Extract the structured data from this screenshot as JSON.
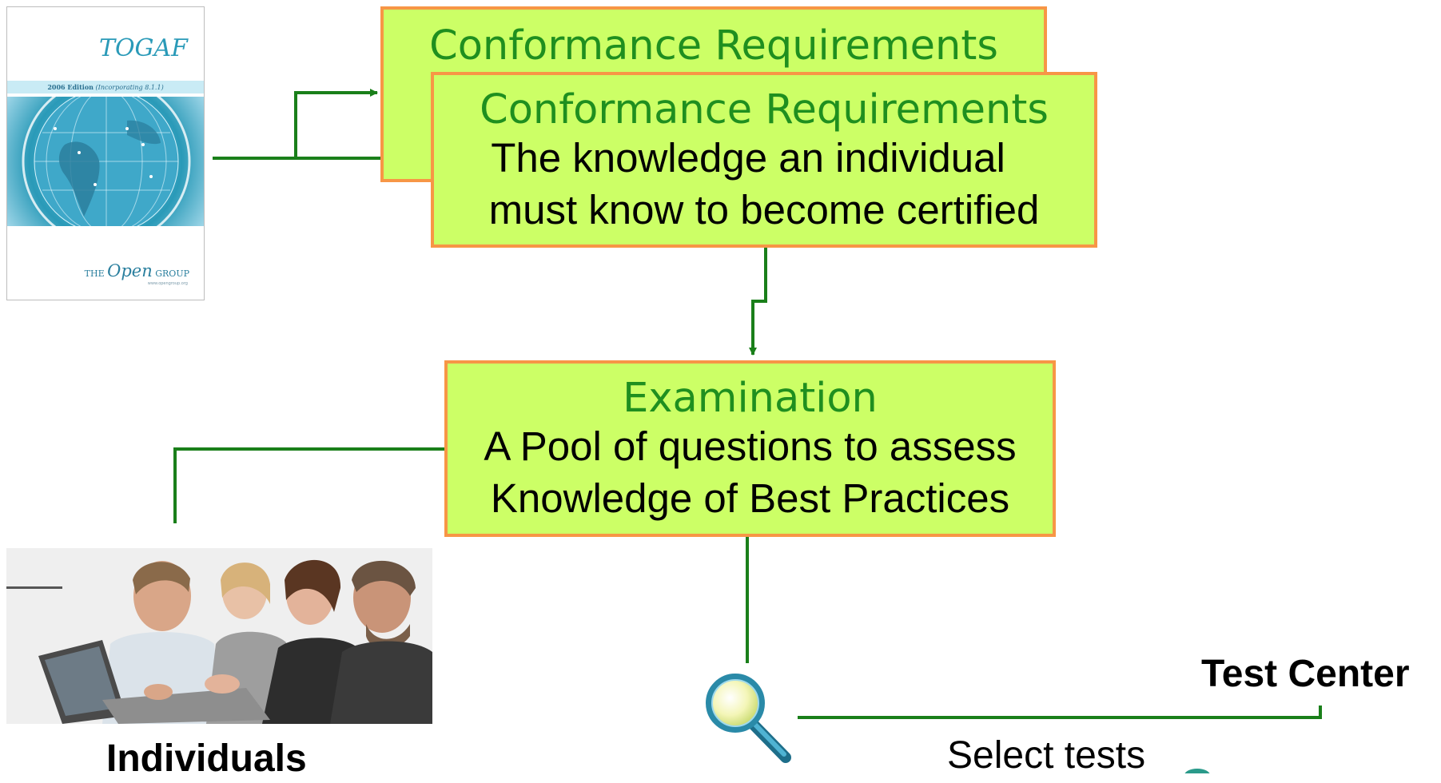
{
  "book": {
    "title": "TOGAF",
    "edition": "2006 Edition",
    "edition_note": "(Incorporating 8.1.1)",
    "publisher_the": "THE",
    "publisher_open": "Open",
    "publisher_group": "GROUP",
    "website": "www.opengroup.org"
  },
  "conformance_back": {
    "title": "Conformance Requirements"
  },
  "conformance_front": {
    "title": "Conformance Requirements",
    "line1": "The knowledge an individual",
    "line2": "must know to become certified"
  },
  "examination": {
    "title": "Examination",
    "line1": "A Pool of questions to assess",
    "line2": "Knowledge of Best Practices"
  },
  "labels": {
    "individuals": "Individuals",
    "test_center": "Test Center",
    "select_tests": "Select tests"
  },
  "colors": {
    "box_fill": "#ccff66",
    "box_border": "#f79646",
    "title_green": "#1f8f1f",
    "connector": "#1a7f1a",
    "book_accent": "#2a9ab8"
  },
  "icons": [
    "magnifier-icon"
  ]
}
